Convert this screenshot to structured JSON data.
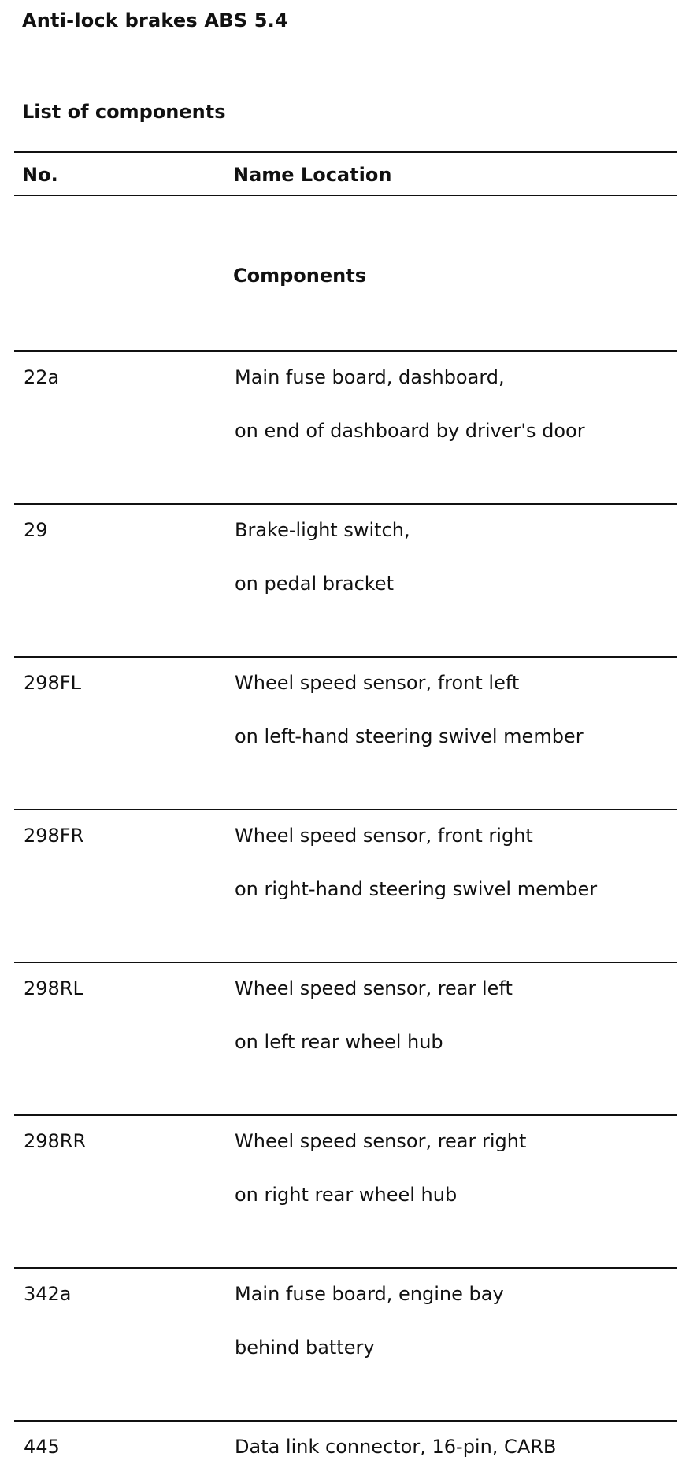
{
  "document": {
    "title": "Anti-lock brakes ABS 5.4",
    "section_title": "List of components"
  },
  "table": {
    "headers": {
      "number": "No.",
      "name_location": "Name Location"
    },
    "group_label": "Components",
    "rows": [
      {
        "number": "22a",
        "name": "Main fuse board, dashboard,",
        "location": "on end of dashboard by driver's door"
      },
      {
        "number": "29",
        "name": "Brake-light switch,",
        "location": "on pedal bracket"
      },
      {
        "number": "298FL",
        "name": "Wheel speed sensor, front left",
        "location": "on left-hand steering swivel member"
      },
      {
        "number": "298FR",
        "name": "Wheel speed sensor, front right",
        "location": "on right-hand steering swivel member"
      },
      {
        "number": "298RL",
        "name": "Wheel speed sensor, rear left",
        "location": "on left rear wheel hub"
      },
      {
        "number": "298RR",
        "name": "Wheel speed sensor, rear right",
        "location": "on right rear wheel hub"
      },
      {
        "number": "342a",
        "name": "Main fuse board, engine bay",
        "location": "behind battery"
      },
      {
        "number": "445",
        "name": "Data link connector, 16-pin, CARB",
        "location": ""
      }
    ]
  }
}
